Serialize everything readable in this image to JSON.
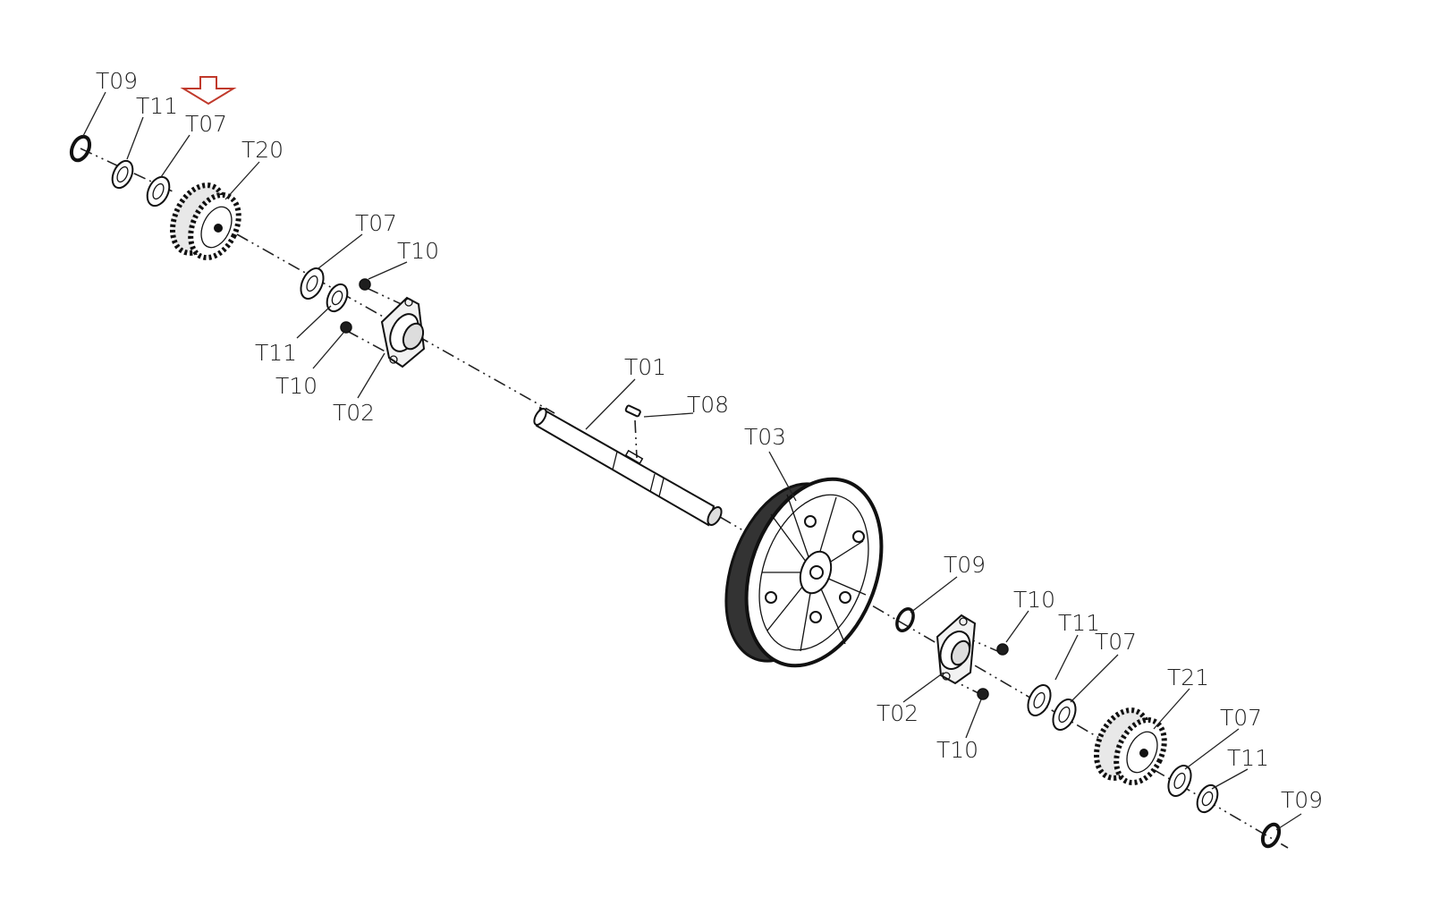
{
  "labels": {
    "t09_a": "T09",
    "t11_a": "T11",
    "t07_a": "T07",
    "t20": "T20",
    "t07_b": "T07",
    "t10_a": "T10",
    "t11_b": "T11",
    "t10_b": "T10",
    "t02_a": "T02",
    "t01": "T01",
    "t08": "T08",
    "t03": "T03",
    "t09_b": "T09",
    "t10_c": "T10",
    "t11_c": "T11",
    "t07_c": "T07",
    "t02_b": "T02",
    "t10_d": "T10",
    "t21": "T21",
    "t07_d": "T07",
    "t11_d": "T11",
    "t09_c": "T09"
  },
  "colors": {
    "line": "#222222",
    "marker": "#c0392b"
  },
  "icons": {
    "marker": "down-arrow-outline-icon"
  }
}
